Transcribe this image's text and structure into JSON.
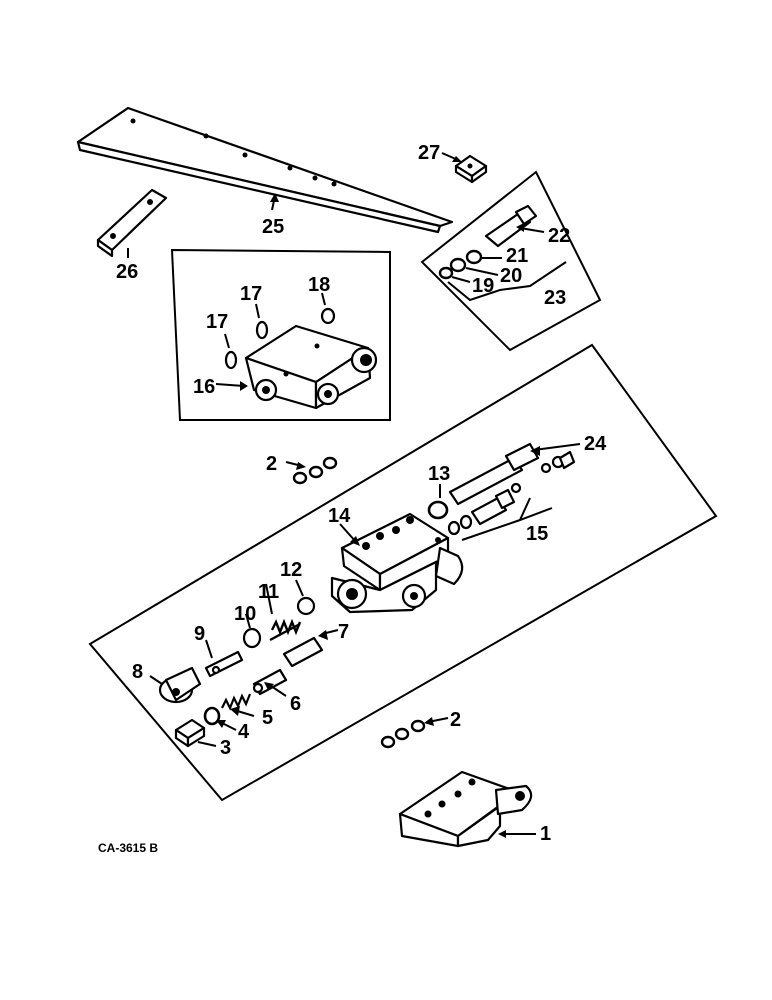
{
  "drawing_code": "CA-3615 B",
  "callouts": {
    "c1": "1",
    "c2a": "2",
    "c2b": "2",
    "c3": "3",
    "c4": "4",
    "c5": "5",
    "c6": "6",
    "c7": "7",
    "c8": "8",
    "c9": "9",
    "c10": "10",
    "c11": "11",
    "c12": "12",
    "c13": "13",
    "c14": "14",
    "c15": "15",
    "c16": "16",
    "c17a": "17",
    "c17b": "17",
    "c18": "18",
    "c19": "19",
    "c20": "20",
    "c21": "21",
    "c22": "22",
    "c23": "23",
    "c24": "24",
    "c25": "25",
    "c26": "26",
    "c27": "27"
  }
}
